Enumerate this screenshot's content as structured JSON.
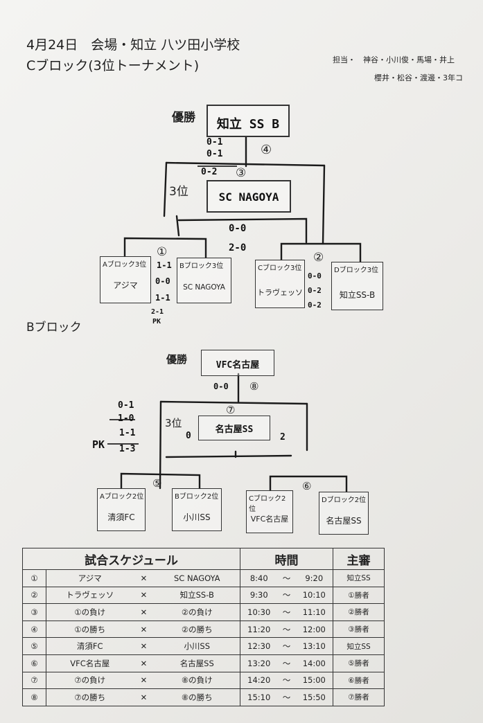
{
  "header": {
    "line1": "4月24日　会場・知立 八ツ田小学校",
    "line2": "Cブロック(3位トーナメント)",
    "staff1": "担当・　神谷・小川俊・馬場・井上",
    "staff2": "櫻井・松谷・渡邊・3年コ"
  },
  "c_block": {
    "champion_label": "優勝",
    "champion_team": "知立 SS B",
    "final_no": "④",
    "final_scores": [
      "0-1",
      "0-1"
    ],
    "third_label": "3位",
    "third_no": "③",
    "third_score": "0-2",
    "third_team": "SC NAGOYA",
    "mid_scores": [
      "0-0",
      "2-0"
    ],
    "match1_no": "①",
    "match1_scores": [
      "1-1",
      "0-0",
      "1-1",
      "2-1",
      "PK"
    ],
    "match2_no": "②",
    "match2_scores": [
      "0-0",
      "0-2",
      "0-2"
    ],
    "teams": [
      {
        "label": "Aブロック3位",
        "name": "アジマ"
      },
      {
        "label": "Bブロック3位",
        "name": "SC NAGOYA"
      },
      {
        "label": "Cブロック3位",
        "name": "トラヴェッソ"
      },
      {
        "label": "Dブロック3位",
        "name": "知立SS-B"
      }
    ]
  },
  "b_block": {
    "title": "Bブロック",
    "champion_label": "優勝",
    "champion_team": "VFC名古屋",
    "final_no": "⑧",
    "final_scores": [
      "0-0"
    ],
    "third_label": "3位",
    "third_no": "⑦",
    "third_team": "名古屋SS",
    "third_side_left": "0",
    "third_side_right": "2",
    "left_scores": [
      "0-1",
      "1-0",
      "1-1",
      "PK",
      "1-3"
    ],
    "match5_no": "⑤",
    "match6_no": "⑥",
    "teams": [
      {
        "label": "Aブロック2位",
        "name": "清須FC"
      },
      {
        "label": "Bブロック2位",
        "name": "小川SS"
      },
      {
        "label": "Cブロック2位",
        "name": "VFC名古屋"
      },
      {
        "label": "Dブロック2位",
        "name": "名古屋SS"
      }
    ]
  },
  "schedule": {
    "title": "試合スケジュール",
    "time_header": "時間",
    "ref_header": "主審",
    "tilde": "～",
    "vs": "✕",
    "rows": [
      {
        "no": "①",
        "home": "アジマ",
        "away": "SC NAGOYA",
        "start": "8:40",
        "end": "9:20",
        "ref": "知立SS"
      },
      {
        "no": "②",
        "home": "トラヴェッソ",
        "away": "知立SS-B",
        "start": "9:30",
        "end": "10:10",
        "ref": "①勝者"
      },
      {
        "no": "③",
        "home": "①の負け",
        "away": "②の負け",
        "start": "10:30",
        "end": "11:10",
        "ref": "②勝者"
      },
      {
        "no": "④",
        "home": "①の勝ち",
        "away": "②の勝ち",
        "start": "11:20",
        "end": "12:00",
        "ref": "③勝者"
      },
      {
        "no": "⑤",
        "home": "清須FC",
        "away": "小川SS",
        "start": "12:30",
        "end": "13:10",
        "ref": "知立SS"
      },
      {
        "no": "⑥",
        "home": "VFC名古屋",
        "away": "名古屋SS",
        "start": "13:20",
        "end": "14:00",
        "ref": "⑤勝者"
      },
      {
        "no": "⑦",
        "home": "⑦の負け",
        "away": "⑧の負け",
        "start": "14:20",
        "end": "15:00",
        "ref": "⑥勝者"
      },
      {
        "no": "⑧",
        "home": "⑦の勝ち",
        "away": "⑧の勝ち",
        "start": "15:10",
        "end": "15:50",
        "ref": "⑦勝者"
      }
    ]
  }
}
